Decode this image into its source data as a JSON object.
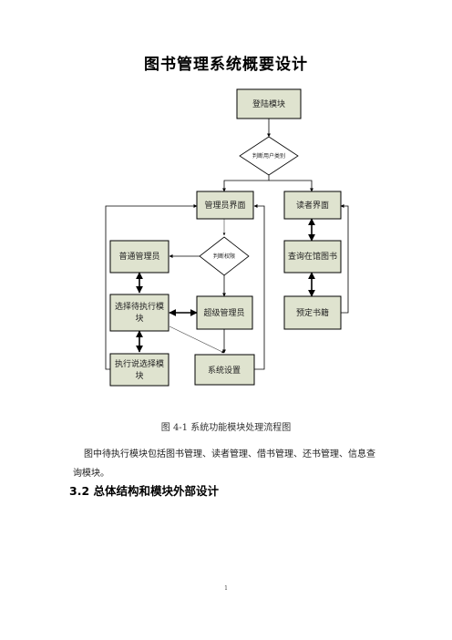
{
  "document": {
    "title": "图书管理系统概要设计",
    "caption": "图 4-1  系统功能模块处理流程图",
    "body_line_1": "图中待执行模块包括图书管理、读者管理、借书管理、还书管理、信息查",
    "body_line_2": "询模块。",
    "section_heading": "3.2 总体结构和模块外部设计",
    "page_number": "1"
  },
  "flowchart": {
    "login": "登陆模块",
    "judge_user_type": "判断用户类别",
    "admin_ui": "管理员界面",
    "reader_ui": "读者界面",
    "judge_permission": "判断权限",
    "normal_admin": "普通管理员",
    "query_books": "查询在馆图书",
    "select_module_line1": "选择待执行模",
    "select_module_line2": "块",
    "super_admin": "超级管理员",
    "reserve_books": "预定书籍",
    "exec_module_line1": "执行说选择模",
    "exec_module_line2": "块",
    "system_settings": "系统设置"
  }
}
